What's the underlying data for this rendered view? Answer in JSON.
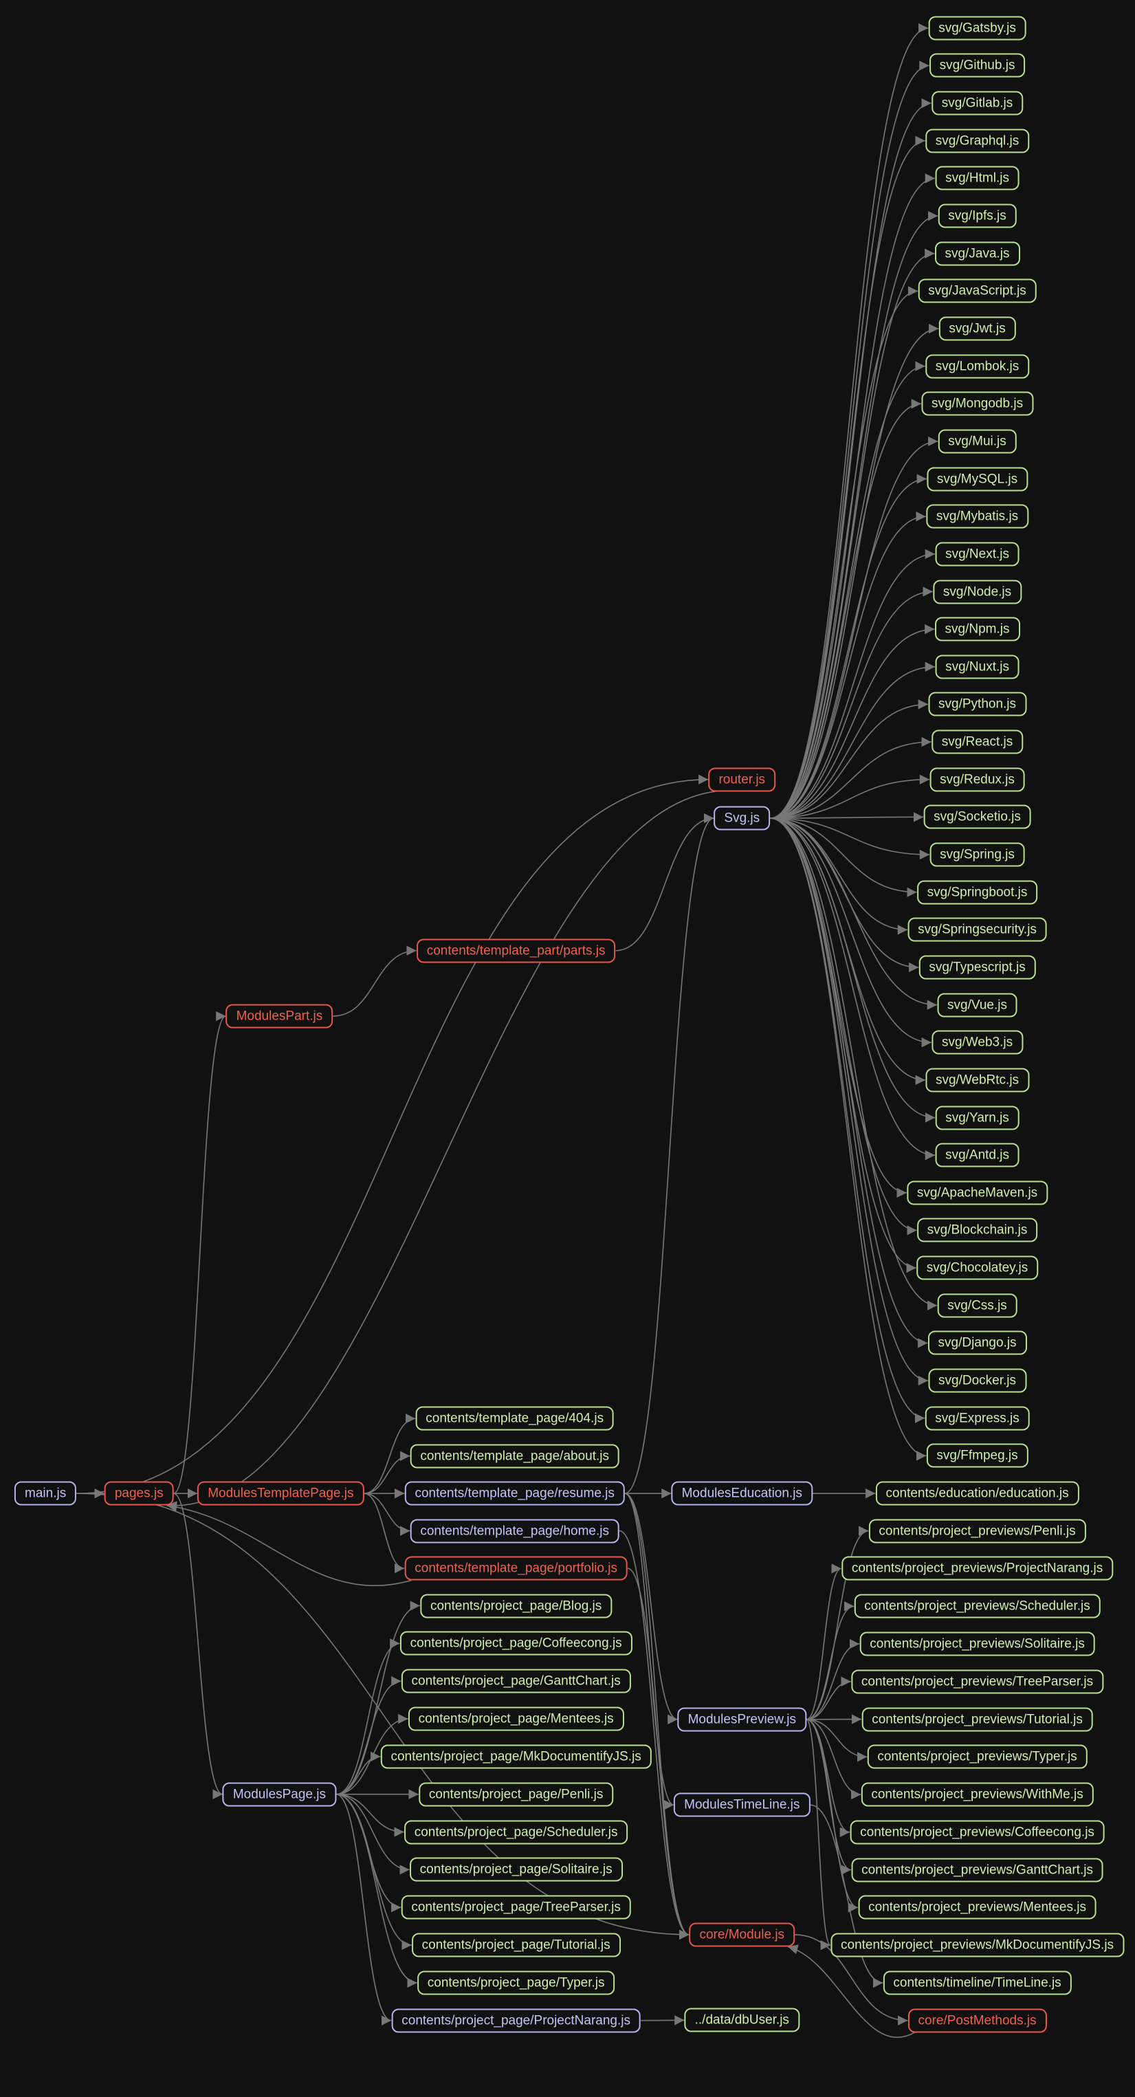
{
  "colors": {
    "background": "#111111",
    "edge": "#777777",
    "blue": "#c4c4f4",
    "red": "#f0604e",
    "green": "#cfeeb0"
  },
  "nodes": [
    {
      "id": "svg_gatsby",
      "label": "svg/Gatsby.js",
      "kind": "green"
    },
    {
      "id": "svg_github",
      "label": "svg/Github.js",
      "kind": "green"
    },
    {
      "id": "svg_gitlab",
      "label": "svg/Gitlab.js",
      "kind": "green"
    },
    {
      "id": "svg_graphql",
      "label": "svg/Graphql.js",
      "kind": "green"
    },
    {
      "id": "svg_html",
      "label": "svg/Html.js",
      "kind": "green"
    },
    {
      "id": "svg_ipfs",
      "label": "svg/Ipfs.js",
      "kind": "green"
    },
    {
      "id": "svg_java",
      "label": "svg/Java.js",
      "kind": "green"
    },
    {
      "id": "svg_javascript",
      "label": "svg/JavaScript.js",
      "kind": "green"
    },
    {
      "id": "svg_jwt",
      "label": "svg/Jwt.js",
      "kind": "green"
    },
    {
      "id": "svg_lombok",
      "label": "svg/Lombok.js",
      "kind": "green"
    },
    {
      "id": "svg_mongodb",
      "label": "svg/Mongodb.js",
      "kind": "green"
    },
    {
      "id": "svg_mui",
      "label": "svg/Mui.js",
      "kind": "green"
    },
    {
      "id": "svg_mysql",
      "label": "svg/MySQL.js",
      "kind": "green"
    },
    {
      "id": "svg_mybatis",
      "label": "svg/Mybatis.js",
      "kind": "green"
    },
    {
      "id": "svg_next",
      "label": "svg/Next.js",
      "kind": "green"
    },
    {
      "id": "svg_node",
      "label": "svg/Node.js",
      "kind": "green"
    },
    {
      "id": "svg_npm",
      "label": "svg/Npm.js",
      "kind": "green"
    },
    {
      "id": "svg_nuxt",
      "label": "svg/Nuxt.js",
      "kind": "green"
    },
    {
      "id": "svg_python",
      "label": "svg/Python.js",
      "kind": "green"
    },
    {
      "id": "svg_react",
      "label": "svg/React.js",
      "kind": "green"
    },
    {
      "id": "svg_redux",
      "label": "svg/Redux.js",
      "kind": "green"
    },
    {
      "id": "svg_socketio",
      "label": "svg/Socketio.js",
      "kind": "green"
    },
    {
      "id": "svg_spring",
      "label": "svg/Spring.js",
      "kind": "green"
    },
    {
      "id": "svg_springboot",
      "label": "svg/Springboot.js",
      "kind": "green"
    },
    {
      "id": "svg_springsecurity",
      "label": "svg/Springsecurity.js",
      "kind": "green"
    },
    {
      "id": "svg_typescript",
      "label": "svg/Typescript.js",
      "kind": "green"
    },
    {
      "id": "svg_vue",
      "label": "svg/Vue.js",
      "kind": "green"
    },
    {
      "id": "svg_web3",
      "label": "svg/Web3.js",
      "kind": "green"
    },
    {
      "id": "svg_webrtc",
      "label": "svg/WebRtc.js",
      "kind": "green"
    },
    {
      "id": "svg_yarn",
      "label": "svg/Yarn.js",
      "kind": "green"
    },
    {
      "id": "svg_antd",
      "label": "svg/Antd.js",
      "kind": "green"
    },
    {
      "id": "svg_apachemaven",
      "label": "svg/ApacheMaven.js",
      "kind": "green"
    },
    {
      "id": "svg_blockchain",
      "label": "svg/Blockchain.js",
      "kind": "green"
    },
    {
      "id": "svg_chocolatey",
      "label": "svg/Chocolatey.js",
      "kind": "green"
    },
    {
      "id": "svg_css",
      "label": "svg/Css.js",
      "kind": "green"
    },
    {
      "id": "svg_django",
      "label": "svg/Django.js",
      "kind": "green"
    },
    {
      "id": "svg_docker",
      "label": "svg/Docker.js",
      "kind": "green"
    },
    {
      "id": "svg_express",
      "label": "svg/Express.js",
      "kind": "green"
    },
    {
      "id": "svg_ffmpeg",
      "label": "svg/Ffmpeg.js",
      "kind": "green"
    },
    {
      "id": "router",
      "label": "router.js",
      "kind": "red"
    },
    {
      "id": "svgjs",
      "label": "Svg.js",
      "kind": "blue"
    },
    {
      "id": "parts",
      "label": "contents/template_part/parts.js",
      "kind": "red"
    },
    {
      "id": "modulespart",
      "label": "ModulesPart.js",
      "kind": "red"
    },
    {
      "id": "tp404",
      "label": "contents/template_page/404.js",
      "kind": "green"
    },
    {
      "id": "tpabout",
      "label": "contents/template_page/about.js",
      "kind": "green"
    },
    {
      "id": "main",
      "label": "main.js",
      "kind": "blue"
    },
    {
      "id": "pages",
      "label": "pages.js",
      "kind": "red"
    },
    {
      "id": "mtp",
      "label": "ModulesTemplatePage.js",
      "kind": "red"
    },
    {
      "id": "tpresume",
      "label": "contents/template_page/resume.js",
      "kind": "blue"
    },
    {
      "id": "medu",
      "label": "ModulesEducation.js",
      "kind": "blue"
    },
    {
      "id": "edu",
      "label": "contents/education/education.js",
      "kind": "green"
    },
    {
      "id": "tphome",
      "label": "contents/template_page/home.js",
      "kind": "blue"
    },
    {
      "id": "tpportfolio",
      "label": "contents/template_page/portfolio.js",
      "kind": "red"
    },
    {
      "id": "pv_penli",
      "label": "contents/project_previews/Penli.js",
      "kind": "green"
    },
    {
      "id": "pv_projectnarang",
      "label": "contents/project_previews/ProjectNarang.js",
      "kind": "green"
    },
    {
      "id": "pv_scheduler",
      "label": "contents/project_previews/Scheduler.js",
      "kind": "green"
    },
    {
      "id": "pv_solitaire",
      "label": "contents/project_previews/Solitaire.js",
      "kind": "green"
    },
    {
      "id": "pv_treeparser",
      "label": "contents/project_previews/TreeParser.js",
      "kind": "green"
    },
    {
      "id": "pv_tutorial",
      "label": "contents/project_previews/Tutorial.js",
      "kind": "green"
    },
    {
      "id": "pv_typer",
      "label": "contents/project_previews/Typer.js",
      "kind": "green"
    },
    {
      "id": "pv_withme",
      "label": "contents/project_previews/WithMe.js",
      "kind": "green"
    },
    {
      "id": "pv_coffeecong",
      "label": "contents/project_previews/Coffeecong.js",
      "kind": "green"
    },
    {
      "id": "pv_ganttchart",
      "label": "contents/project_previews/GanttChart.js",
      "kind": "green"
    },
    {
      "id": "pv_mentees",
      "label": "contents/project_previews/Mentees.js",
      "kind": "green"
    },
    {
      "id": "pv_mkdoc",
      "label": "contents/project_previews/MkDocumentifyJS.js",
      "kind": "green"
    },
    {
      "id": "timeline",
      "label": "contents/timeline/TimeLine.js",
      "kind": "green"
    },
    {
      "id": "postmethods",
      "label": "core/PostMethods.js",
      "kind": "red"
    },
    {
      "id": "pp_blog",
      "label": "contents/project_page/Blog.js",
      "kind": "green"
    },
    {
      "id": "pp_coffeecong",
      "label": "contents/project_page/Coffeecong.js",
      "kind": "green"
    },
    {
      "id": "pp_ganttchart",
      "label": "contents/project_page/GanttChart.js",
      "kind": "green"
    },
    {
      "id": "pp_mentees",
      "label": "contents/project_page/Mentees.js",
      "kind": "green"
    },
    {
      "id": "pp_mkdoc",
      "label": "contents/project_page/MkDocumentifyJS.js",
      "kind": "green"
    },
    {
      "id": "pp_penli",
      "label": "contents/project_page/Penli.js",
      "kind": "green"
    },
    {
      "id": "pp_scheduler",
      "label": "contents/project_page/Scheduler.js",
      "kind": "green"
    },
    {
      "id": "pp_solitaire",
      "label": "contents/project_page/Solitaire.js",
      "kind": "green"
    },
    {
      "id": "pp_treeparser",
      "label": "contents/project_page/TreeParser.js",
      "kind": "green"
    },
    {
      "id": "pp_tutorial",
      "label": "contents/project_page/Tutorial.js",
      "kind": "green"
    },
    {
      "id": "pp_typer",
      "label": "contents/project_page/Typer.js",
      "kind": "green"
    },
    {
      "id": "pp_projectnarang",
      "label": "contents/project_page/ProjectNarang.js",
      "kind": "blue"
    },
    {
      "id": "modulespage",
      "label": "ModulesPage.js",
      "kind": "blue"
    },
    {
      "id": "mpreview",
      "label": "ModulesPreview.js",
      "kind": "blue"
    },
    {
      "id": "mtimeline",
      "label": "ModulesTimeLine.js",
      "kind": "blue"
    },
    {
      "id": "coremodule",
      "label": "core/Module.js",
      "kind": "red"
    },
    {
      "id": "dbuser",
      "label": "../data/dbUser.js",
      "kind": "green"
    }
  ],
  "edges": [
    [
      "main",
      "pages"
    ],
    [
      "main",
      "router"
    ],
    [
      "main",
      "coremodule"
    ],
    [
      "pages",
      "mtp"
    ],
    [
      "pages",
      "modulespart"
    ],
    [
      "pages",
      "modulespage"
    ],
    [
      "modulespart",
      "parts"
    ],
    [
      "parts",
      "svgjs"
    ],
    [
      "router",
      "pages"
    ],
    [
      "mtp",
      "tp404"
    ],
    [
      "mtp",
      "tpabout"
    ],
    [
      "mtp",
      "tpresume"
    ],
    [
      "mtp",
      "tphome"
    ],
    [
      "mtp",
      "tpportfolio"
    ],
    [
      "tpportfolio",
      "pages"
    ],
    [
      "tpportfolio",
      "coremodule"
    ],
    [
      "tphome",
      "coremodule"
    ],
    [
      "tpresume",
      "medu"
    ],
    [
      "tpresume",
      "mpreview"
    ],
    [
      "tpresume",
      "mtimeline"
    ],
    [
      "tpresume",
      "svgjs"
    ],
    [
      "tpresume",
      "coremodule"
    ],
    [
      "medu",
      "edu"
    ],
    [
      "mtimeline",
      "timeline"
    ],
    [
      "mpreview",
      "pv_penli"
    ],
    [
      "mpreview",
      "pv_projectnarang"
    ],
    [
      "mpreview",
      "pv_scheduler"
    ],
    [
      "mpreview",
      "pv_solitaire"
    ],
    [
      "mpreview",
      "pv_treeparser"
    ],
    [
      "mpreview",
      "pv_tutorial"
    ],
    [
      "mpreview",
      "pv_typer"
    ],
    [
      "mpreview",
      "pv_withme"
    ],
    [
      "mpreview",
      "pv_coffeecong"
    ],
    [
      "mpreview",
      "pv_ganttchart"
    ],
    [
      "mpreview",
      "pv_mentees"
    ],
    [
      "mpreview",
      "pv_mkdoc"
    ],
    [
      "modulespage",
      "pp_blog"
    ],
    [
      "modulespage",
      "pp_coffeecong"
    ],
    [
      "modulespage",
      "pp_ganttchart"
    ],
    [
      "modulespage",
      "pp_mentees"
    ],
    [
      "modulespage",
      "pp_mkdoc"
    ],
    [
      "modulespage",
      "pp_penli"
    ],
    [
      "modulespage",
      "pp_scheduler"
    ],
    [
      "modulespage",
      "pp_solitaire"
    ],
    [
      "modulespage",
      "pp_treeparser"
    ],
    [
      "modulespage",
      "pp_tutorial"
    ],
    [
      "modulespage",
      "pp_typer"
    ],
    [
      "modulespage",
      "pp_projectnarang"
    ],
    [
      "pp_projectnarang",
      "dbuser"
    ],
    [
      "coremodule",
      "postmethods"
    ],
    [
      "postmethods",
      "coremodule"
    ],
    [
      "svgjs",
      "svg_gatsby"
    ],
    [
      "svgjs",
      "svg_github"
    ],
    [
      "svgjs",
      "svg_gitlab"
    ],
    [
      "svgjs",
      "svg_graphql"
    ],
    [
      "svgjs",
      "svg_html"
    ],
    [
      "svgjs",
      "svg_ipfs"
    ],
    [
      "svgjs",
      "svg_java"
    ],
    [
      "svgjs",
      "svg_javascript"
    ],
    [
      "svgjs",
      "svg_jwt"
    ],
    [
      "svgjs",
      "svg_lombok"
    ],
    [
      "svgjs",
      "svg_mongodb"
    ],
    [
      "svgjs",
      "svg_mui"
    ],
    [
      "svgjs",
      "svg_mysql"
    ],
    [
      "svgjs",
      "svg_mybatis"
    ],
    [
      "svgjs",
      "svg_next"
    ],
    [
      "svgjs",
      "svg_node"
    ],
    [
      "svgjs",
      "svg_npm"
    ],
    [
      "svgjs",
      "svg_nuxt"
    ],
    [
      "svgjs",
      "svg_python"
    ],
    [
      "svgjs",
      "svg_react"
    ],
    [
      "svgjs",
      "svg_redux"
    ],
    [
      "svgjs",
      "svg_socketio"
    ],
    [
      "svgjs",
      "svg_spring"
    ],
    [
      "svgjs",
      "svg_springboot"
    ],
    [
      "svgjs",
      "svg_springsecurity"
    ],
    [
      "svgjs",
      "svg_typescript"
    ],
    [
      "svgjs",
      "svg_vue"
    ],
    [
      "svgjs",
      "svg_web3"
    ],
    [
      "svgjs",
      "svg_webrtc"
    ],
    [
      "svgjs",
      "svg_yarn"
    ],
    [
      "svgjs",
      "svg_antd"
    ],
    [
      "svgjs",
      "svg_apachemaven"
    ],
    [
      "svgjs",
      "svg_blockchain"
    ],
    [
      "svgjs",
      "svg_chocolatey"
    ],
    [
      "svgjs",
      "svg_css"
    ],
    [
      "svgjs",
      "svg_django"
    ],
    [
      "svgjs",
      "svg_docker"
    ],
    [
      "svgjs",
      "svg_express"
    ],
    [
      "svgjs",
      "svg_ffmpeg"
    ]
  ]
}
